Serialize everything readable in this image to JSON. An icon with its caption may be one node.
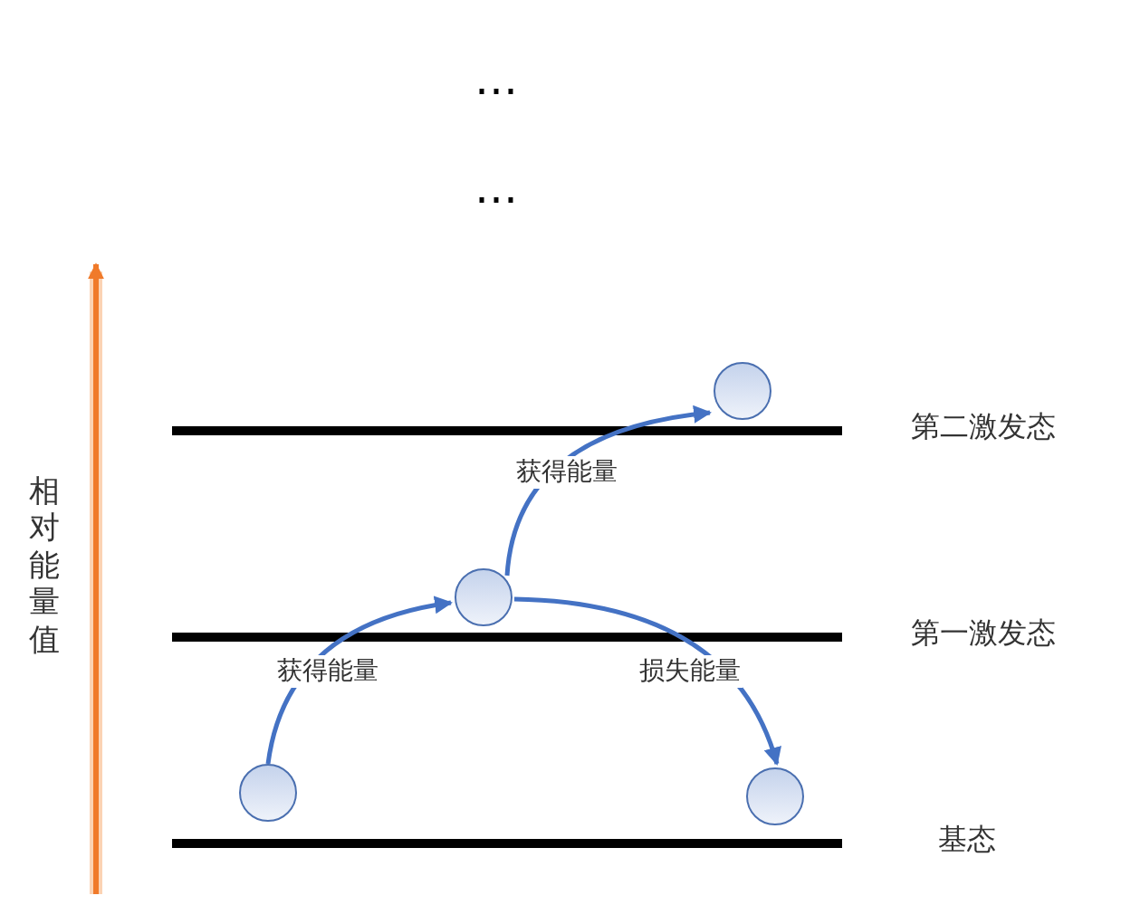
{
  "diagram": {
    "nodes": [
      {
        "text": [],
        "shape": "circle"
      },
      {
        "text": [],
        "shape": "circle"
      },
      {
        "text": [],
        "shape": "circle"
      },
      {
        "text": [],
        "shape": "circle"
      }
    ],
    "edges": [
      {
        "from": 0,
        "to": 1,
        "arrow": "to",
        "label": "获得能量"
      },
      {
        "from": 1,
        "to": 2,
        "arrow": "to",
        "label": "获得能量"
      },
      {
        "from": 1,
        "to": 3,
        "arrow": "to",
        "label": "损失能量"
      }
    ],
    "labels": [
      "…",
      "…",
      "第二激发态",
      "相对能量值",
      "第一激发态",
      "基态"
    ]
  }
}
